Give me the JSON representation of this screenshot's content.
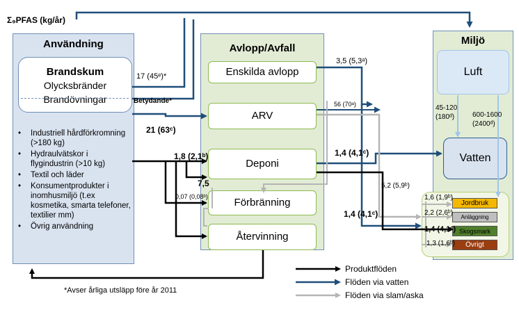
{
  "header": {
    "label": "Σ₉PFAS (kg/år)"
  },
  "anvandning": {
    "title": "Användning",
    "brandskum": {
      "title": "Brandskum",
      "line1": "Olycksbränder",
      "line2": "Brandövningar"
    },
    "uses": [
      "Industriell hårdförkromning (>180 kg)",
      "Hydraulvätskor i flygindustrin (>10 kg)",
      "Textil och läder",
      "Konsumentprodukter i inomhusmiljö (t.ex kosmetika, smarta telefoner, textilier mm)",
      "Övrig användning"
    ]
  },
  "avlopp": {
    "title": "Avlopp/Avfall",
    "boxes": [
      "Enskilda avlopp",
      "ARV",
      "Deponi",
      "Förbränning",
      "Återvinning"
    ]
  },
  "miljo": {
    "title": "Miljö",
    "luft": "Luft",
    "vatten": "Vatten",
    "soil": [
      {
        "label": "Jordbruk",
        "color": "#f5b800"
      },
      {
        "label": "Anläggning",
        "color": "#bfbfbf"
      },
      {
        "label": "Skogsmark",
        "color": "#4f7f2a"
      },
      {
        "label": "Övrigt",
        "color": "#9a3d10"
      }
    ]
  },
  "flows": {
    "brandskum_out": "17 (45ᵉ)*",
    "betydande": "Betydande*",
    "to_arv": "21 (63ᶜ)",
    "to_deponi": "1,8 (2,1ᵇ)",
    "to_forbranning_bold": "7,5",
    "to_forbranning_small": "0,07 (0,08ᵇ)",
    "enskilda_out": "3,5 (5,3ᵃ)",
    "arv_out": "56 (70ᵃ)",
    "air_low": "45-120",
    "air_low_paren": "(180ᵈ)",
    "air_high": "600-1600",
    "air_high_paren": "(2400ᵈ)",
    "deponi_to_vatten": "1,4 (4,1ᶜ)",
    "sludge": "5,2 (5,9ᵇ)",
    "deponi_lower": "1,4 (4,1ᶜ)",
    "soil_1": "1,6 (1,9ᵇ)",
    "soil_2": "2,2 (2,6ᵇ)",
    "soil_3": "1,4 (4,1ᶜ)",
    "soil_4": "1,3 (1,6ᵇ)"
  },
  "legend": [
    {
      "label": "Produktflöden",
      "color": "#000000"
    },
    {
      "label": "Flöden via vatten",
      "color": "#1f4e79"
    },
    {
      "label": "Flöden via slam/aska",
      "color": "#b5b5b5"
    }
  ],
  "footnote": "*Avser årliga utsläpp före år 2011"
}
